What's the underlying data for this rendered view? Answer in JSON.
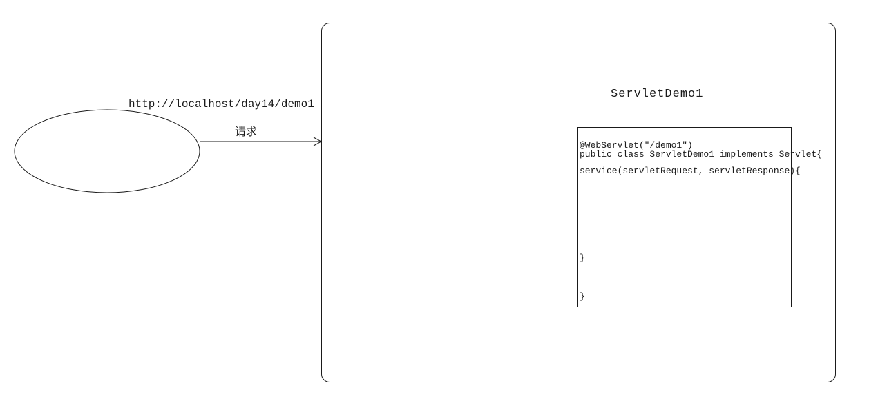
{
  "diagram": {
    "client": {
      "shape": "ellipse"
    },
    "arrow": {
      "url_label": "http://localhost/day14/demo1",
      "request_label": "请求"
    },
    "server": {
      "title": "ServletDemo1",
      "code_lines": [
        "@WebServlet(\"/demo1\")",
        "public class ServletDemo1 implements Servlet{",
        "service(servletRequest, servletResponse){",
        "}",
        "}"
      ]
    }
  }
}
